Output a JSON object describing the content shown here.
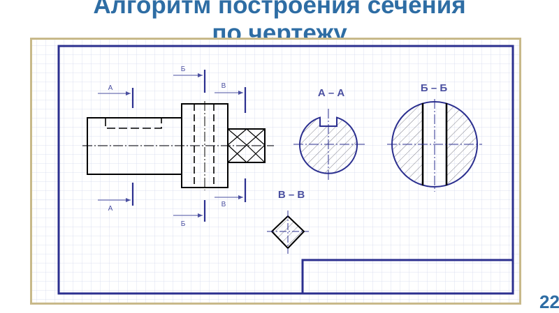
{
  "slide": {
    "title_line1": "Алгоритм построения сечения",
    "title_line2": "по чертежу",
    "slide_number": "22"
  },
  "drawing": {
    "section_labels": {
      "a_a": "А – А",
      "b_b": "Б – Б",
      "v_v": "В – В"
    },
    "cut_marks": {
      "a_top": "А",
      "a_bottom": "А",
      "b_top": "Б",
      "b_bottom": "Б",
      "v_top": "В",
      "v_bottom": "В"
    },
    "colors": {
      "title": "#2e6da4",
      "frame": "#2b2f8f",
      "line": "#000000",
      "grid": "#d4d8ec",
      "border": "#c8b98a",
      "label": "#4a4fa0"
    }
  }
}
